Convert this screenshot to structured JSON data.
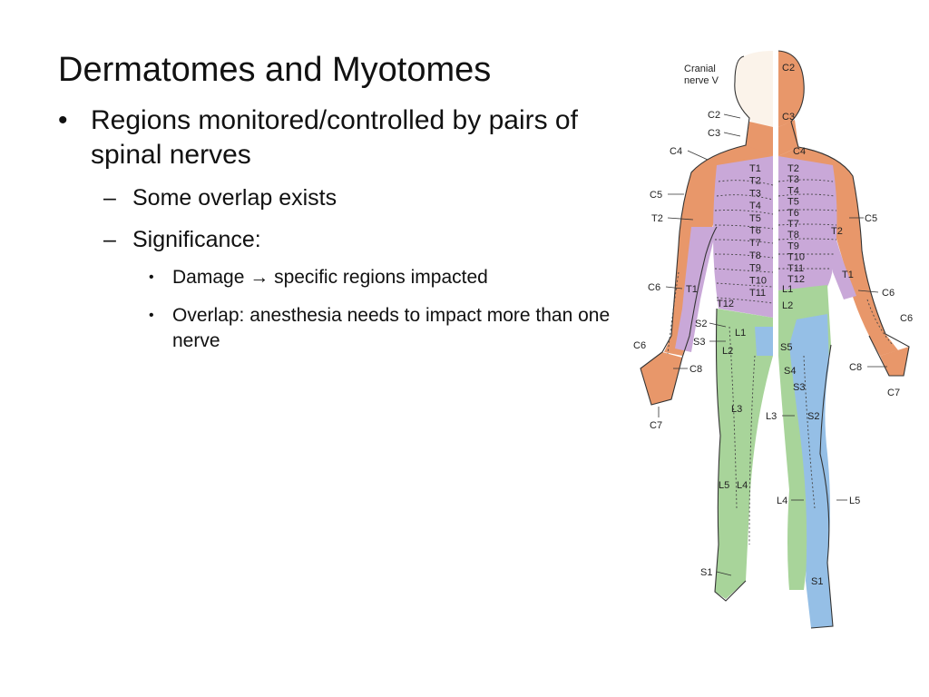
{
  "slide": {
    "title": "Dermatomes and Myotomes",
    "bullets": [
      {
        "text": "Regions monitored/controlled by pairs of spinal nerves"
      },
      {
        "text": "Some overlap exists"
      },
      {
        "text": "Significance:"
      },
      {
        "text": "specific regions impacted",
        "prefix": "Damage"
      },
      {
        "text": "Overlap: anesthesia needs to impact more than one nerve"
      }
    ],
    "bullet_marks": {
      "level1": "•",
      "level2": "–",
      "level3": "•",
      "arrow": "→"
    }
  },
  "figure": {
    "colors": {
      "cervical_face": "#e8976a",
      "thoracic": "#c9a8d8",
      "lumbar": "#a8d49a",
      "sacral": "#95bfe6"
    },
    "labels": {
      "cranial_1": "Cranial",
      "cranial_2": "nerve V",
      "c2_top": "C2",
      "c2_left": "C2",
      "c3_left": "C3",
      "c3_right": "C3",
      "c4_left": "C4",
      "c4_right": "C4",
      "c5_left": "C5",
      "c5_right": "C5",
      "t2_left": "T2",
      "t2_right": "T2",
      "c6_left_arm": "C6",
      "c6_right_arm": "C6",
      "c6_left_hand": "C6",
      "c6_right_hand": "C6",
      "t1_left": "T1",
      "t1_right": "T1",
      "c8_left": "C8",
      "c8_right": "C8",
      "c7_left": "C7",
      "c7_right": "C7",
      "s2_left": "S2",
      "s3_left": "S3",
      "l1_left": "L1",
      "l2_left": "L2",
      "t12_left": "T12",
      "l3_left": "L3",
      "l3_right": "L3",
      "l5_left": "L5",
      "l4_left": "L4",
      "l4_right": "L4",
      "l5_right": "L5",
      "s1_left": "S1",
      "s1_right": "S1",
      "s5_center": "S5",
      "s4_center": "S4",
      "s3_center": "S3",
      "s2_right_leg": "S2",
      "l1_right": "L1",
      "l2_right": "L2",
      "t_left": [
        "T1",
        "T2",
        "T3",
        "T4",
        "T5",
        "T6",
        "T7",
        "T8",
        "T9",
        "T10",
        "T11"
      ],
      "t_right": [
        "T2",
        "T3",
        "T4",
        "T5",
        "T6",
        "T7",
        "T8",
        "T9",
        "T10",
        "T11",
        "T12"
      ]
    }
  }
}
